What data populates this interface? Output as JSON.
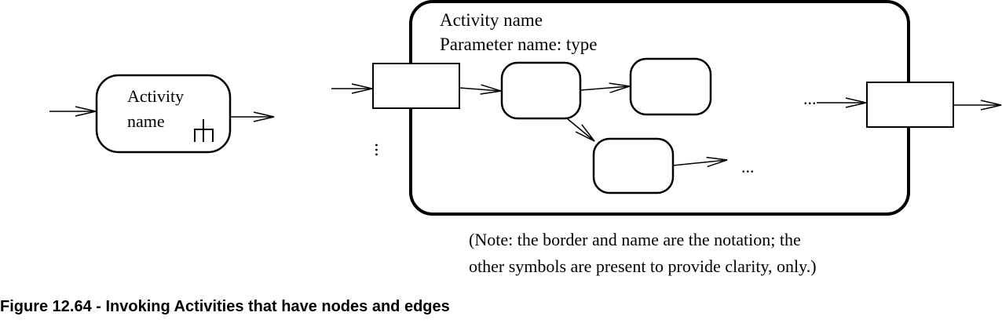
{
  "left_activity": {
    "label_line1": "Activity",
    "label_line2": "name",
    "icon": "rake-icon"
  },
  "main_activity": {
    "name": "Activity name",
    "parameter": "Parameter name: type",
    "ellipsis_right": "...",
    "ellipsis_inner": "...",
    "ellipsis_left_vertical": "..."
  },
  "note": {
    "line1": "(Note: the border and name are the notation; the",
    "line2": "other symbols are present to provide clarity, only.)"
  },
  "caption": "Figure 12.64 - Invoking Activities that have nodes and edges"
}
